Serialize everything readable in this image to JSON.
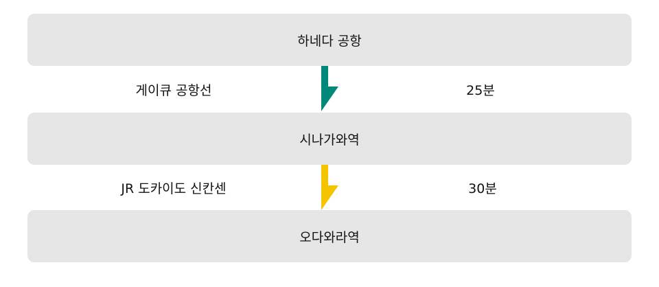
{
  "stations": [
    "하네다 공항",
    "시나가와역",
    "오다와라역"
  ],
  "segments": [
    {
      "line": "게이큐 공항선",
      "duration": "25분",
      "color": "#00897b"
    },
    {
      "line": "JR 도카이도 신칸센",
      "duration": "30분",
      "color": "#f5c400"
    }
  ]
}
